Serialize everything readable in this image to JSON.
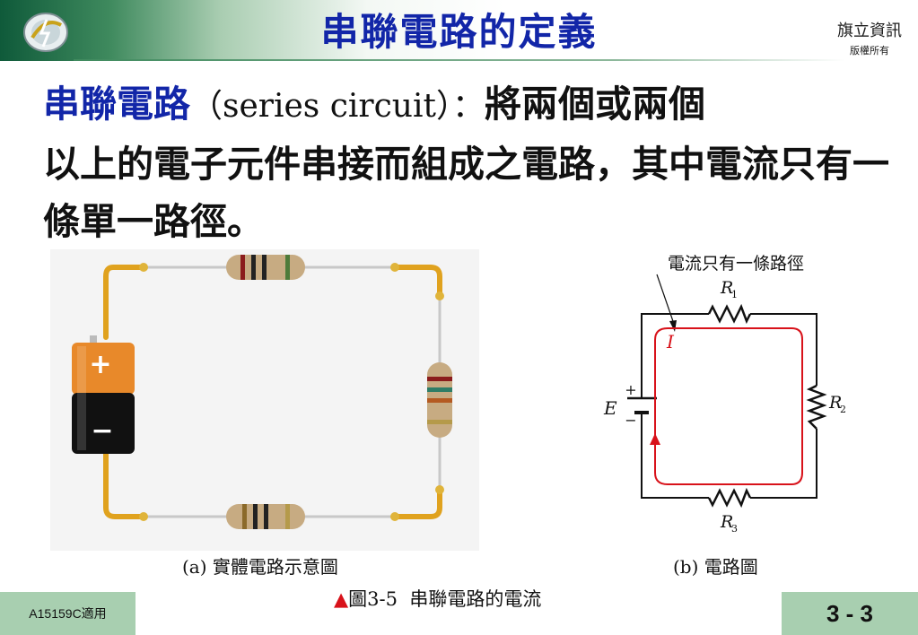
{
  "header": {
    "title": "串聯電路的定義",
    "publisher": "旗立資訊",
    "rights": "版權所有"
  },
  "body": {
    "term": "串聯電路",
    "term_en": "（series circuit）",
    "colon": "：",
    "definition_first": "將兩個或兩個",
    "definition_rest": "以上的電子元件串接而組成之電路，其中電流只有一條單一路徑。"
  },
  "figure": {
    "photo": {
      "battery_plus": "+",
      "battery_minus": "−"
    },
    "schematic": {
      "annotation": "電流只有一條路徑",
      "r1": "R",
      "r1_sub": "1",
      "r2": "R",
      "r2_sub": "2",
      "r3": "R",
      "r3_sub": "3",
      "current": "I",
      "source": "E",
      "plus": "+",
      "minus": "−"
    },
    "caption_a": "(a) 實體電路示意圖",
    "caption_b": "(b) 電路圖",
    "caption_marker": "▲",
    "caption": "圖3-5  串聯電路的電流"
  },
  "footer": {
    "course_code": "A15159C適用",
    "page_number": "3 - 3"
  },
  "colors": {
    "title_blue": "#1226a8",
    "header_green": "#0f5a3a",
    "footer_green": "#a8cfb0",
    "current_red": "#d8121a",
    "wire_gold": "#e0a21e"
  }
}
